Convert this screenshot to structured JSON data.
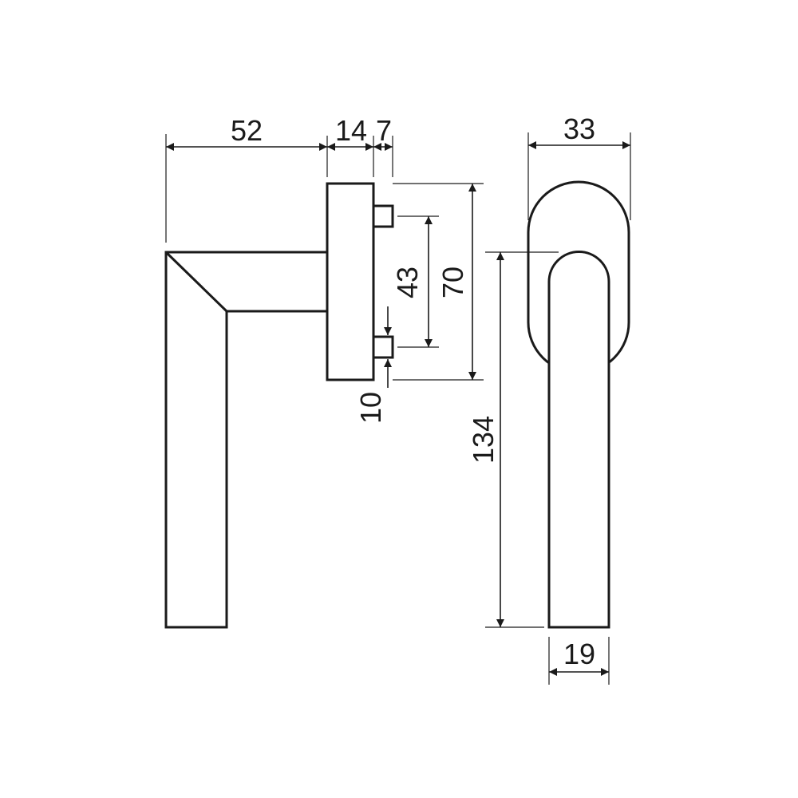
{
  "dimensions": {
    "lever_projection": "52",
    "rose_thickness": "14",
    "spindle_offset": "7",
    "rose_width": "33",
    "screw_spacing": "43",
    "rose_height": "70",
    "screw_offset": "10",
    "handle_length": "134",
    "grip_width": "19"
  },
  "colors": {
    "line": "#1a1a1a",
    "background": "#ffffff"
  }
}
